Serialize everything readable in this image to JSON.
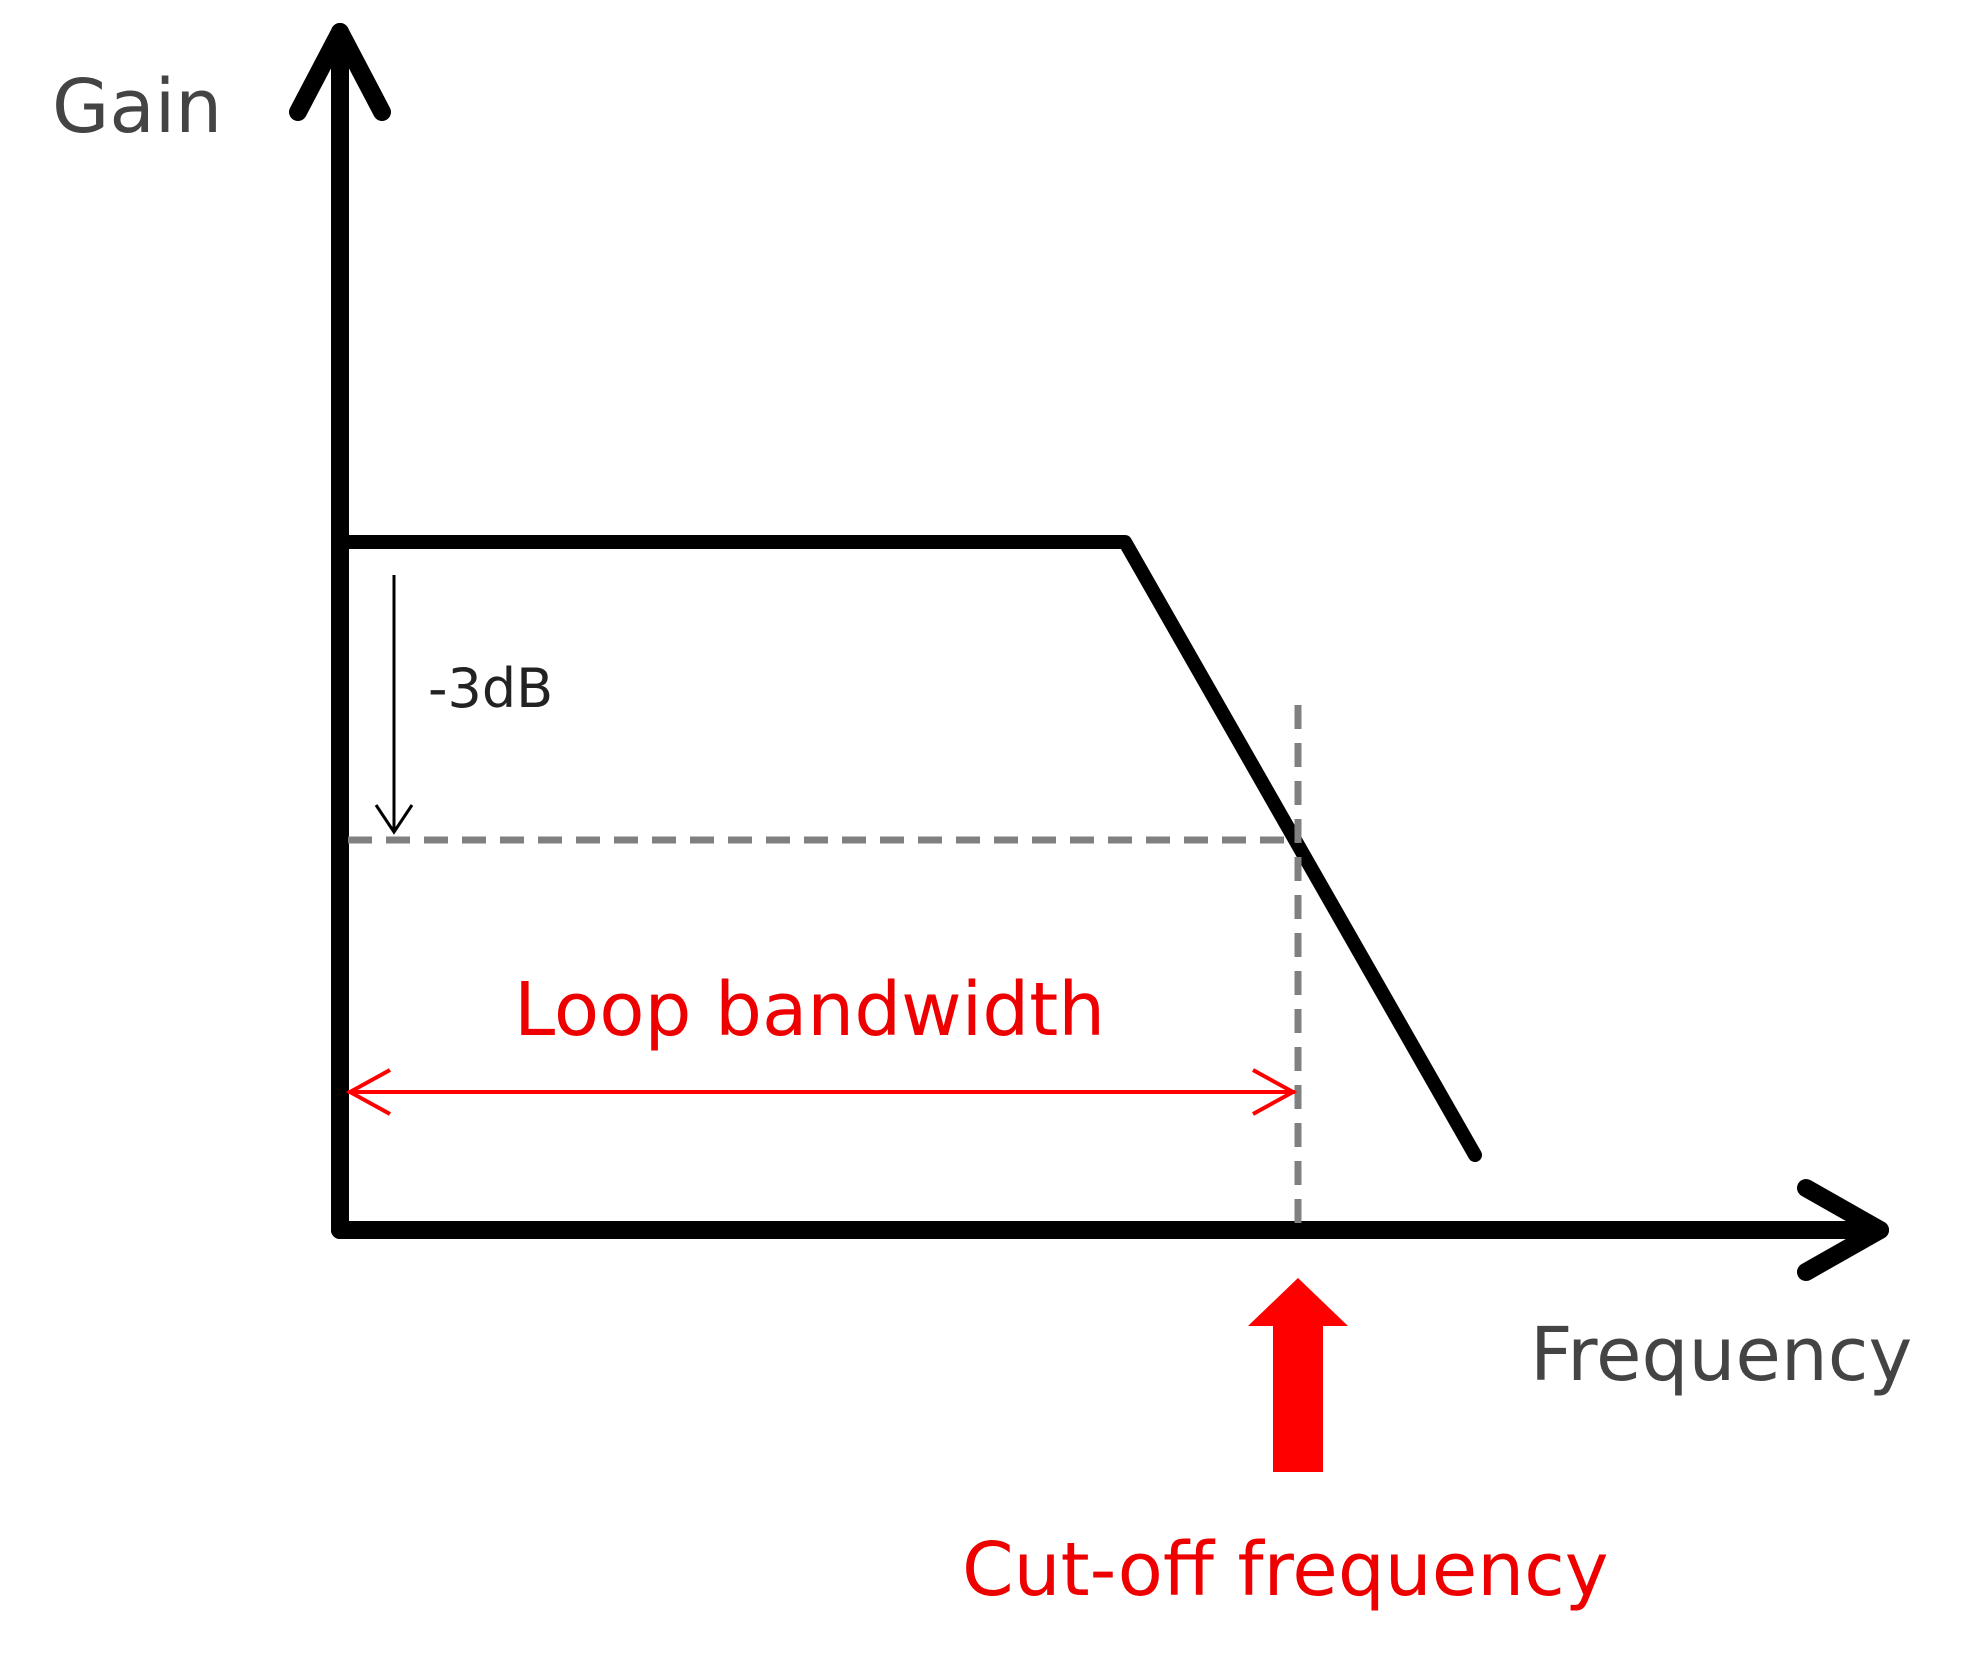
{
  "labels": {
    "y_axis": "Gain",
    "x_axis": "Frequency",
    "db_drop": "-3dB",
    "bandwidth": "Loop bandwidth",
    "cutoff": "Cut-off frequency"
  },
  "colors": {
    "axis": "#000000",
    "curve": "#000000",
    "guide": "#808080",
    "highlight": "#ff0000",
    "label_dark": "#444444",
    "label_red": "#ee0000"
  }
}
